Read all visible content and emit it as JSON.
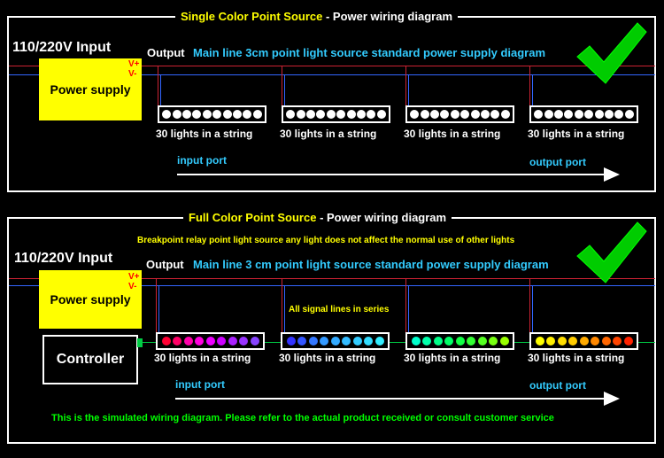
{
  "colors": {
    "background": "#000000",
    "accent": "#33ccff",
    "psu": "#ffff00",
    "check": "#00cc00",
    "positive": "#ff0000",
    "negative": "#3366ff"
  },
  "top": {
    "title_highlight": "Single Color Point Source",
    "title_rest": " - Power wiring diagram",
    "input_label": "110/220V Input",
    "psu_label": "Power supply",
    "v_plus": "V+",
    "v_minus": "V-",
    "output_label": "Output",
    "mainline_label": "Main line 3cm point light source standard power supply diagram",
    "strips": [
      {
        "label": "30 lights in a string",
        "leds": [
          "#ffffff",
          "#ffffff",
          "#ffffff",
          "#ffffff",
          "#ffffff",
          "#ffffff",
          "#ffffff",
          "#ffffff",
          "#ffffff",
          "#ffffff"
        ]
      },
      {
        "label": "30 lights in a string",
        "leds": [
          "#ffffff",
          "#ffffff",
          "#ffffff",
          "#ffffff",
          "#ffffff",
          "#ffffff",
          "#ffffff",
          "#ffffff",
          "#ffffff",
          "#ffffff"
        ]
      },
      {
        "label": "30 lights in a string",
        "leds": [
          "#ffffff",
          "#ffffff",
          "#ffffff",
          "#ffffff",
          "#ffffff",
          "#ffffff",
          "#ffffff",
          "#ffffff",
          "#ffffff",
          "#ffffff"
        ]
      },
      {
        "label": "30 lights in a string",
        "leds": [
          "#ffffff",
          "#ffffff",
          "#ffffff",
          "#ffffff",
          "#ffffff",
          "#ffffff",
          "#ffffff",
          "#ffffff",
          "#ffffff",
          "#ffffff"
        ]
      }
    ],
    "input_port": "input port",
    "output_port": "output port"
  },
  "bottom": {
    "title_highlight": "Full Color Point Source",
    "title_rest": " - Power wiring diagram",
    "relay_note": "Breakpoint relay point light source any light does not affect the normal use of other lights",
    "input_label": "110/220V Input",
    "psu_label": "Power supply",
    "v_plus": "V+",
    "v_minus": "V-",
    "output_label": "Output",
    "mainline_label": "Main line 3 cm point light source standard power supply diagram",
    "signal_note": "All signal lines in series",
    "controller_label": "Controller",
    "strips": [
      {
        "label": "30 lights in a string",
        "leds": [
          "#ff0033",
          "#ff0066",
          "#ff00aa",
          "#ff00dd",
          "#ee00ff",
          "#cc00ff",
          "#aa22ff",
          "#9933ff",
          "#8844ff"
        ]
      },
      {
        "label": "30 lights in a string",
        "leds": [
          "#3333ff",
          "#3355ff",
          "#3377ff",
          "#3399ff",
          "#33aaff",
          "#33bbff",
          "#33ccff",
          "#33ddff",
          "#33eeff"
        ]
      },
      {
        "label": "30 lights in a string",
        "leds": [
          "#00ffcc",
          "#00ffaa",
          "#00ff88",
          "#00ff66",
          "#11ff44",
          "#33ff33",
          "#55ff22",
          "#77ff11",
          "#99ff00"
        ]
      },
      {
        "label": "30 lights in a string",
        "leds": [
          "#ffff00",
          "#ffee00",
          "#ffdd00",
          "#ffcc00",
          "#ffaa00",
          "#ff8800",
          "#ff6600",
          "#ff4400",
          "#ff2200"
        ]
      }
    ],
    "input_port": "input port",
    "output_port": "output port",
    "footer_note": "This is the simulated wiring diagram. Please refer to the actual product received or consult customer service"
  }
}
